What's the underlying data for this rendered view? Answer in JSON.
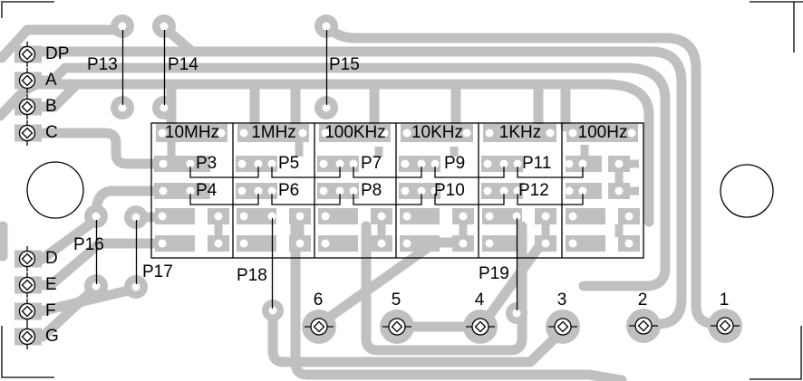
{
  "colors": {
    "trace": "#c0c0c0",
    "silkscreen": "#000000",
    "background": "#ffffff"
  },
  "segment_pins": {
    "dp": "DP",
    "a": "A",
    "b": "B",
    "c": "C",
    "d": "D",
    "e": "E",
    "f": "F",
    "g": "G"
  },
  "frequency_headers": {
    "c1": "10MHz",
    "c2": "1MHz",
    "c3": "100KHz",
    "c4": "10KHz",
    "c5": "1KHz",
    "c6": "100Hz"
  },
  "grid_jumpers": {
    "p3": "P3",
    "p4": "P4",
    "p5": "P5",
    "p6": "P6",
    "p7": "P7",
    "p8": "P8",
    "p9": "P9",
    "p10": "P10",
    "p11": "P11",
    "p12": "P12"
  },
  "board_jumpers": {
    "p13": "P13",
    "p14": "P14",
    "p15": "P15",
    "p16": "P16",
    "p17": "P17",
    "p18": "P18",
    "p19": "P19"
  },
  "digit_pads": {
    "d6": "6",
    "d5": "5",
    "d4": "4",
    "d3": "3",
    "d2": "2",
    "d1": "1"
  }
}
